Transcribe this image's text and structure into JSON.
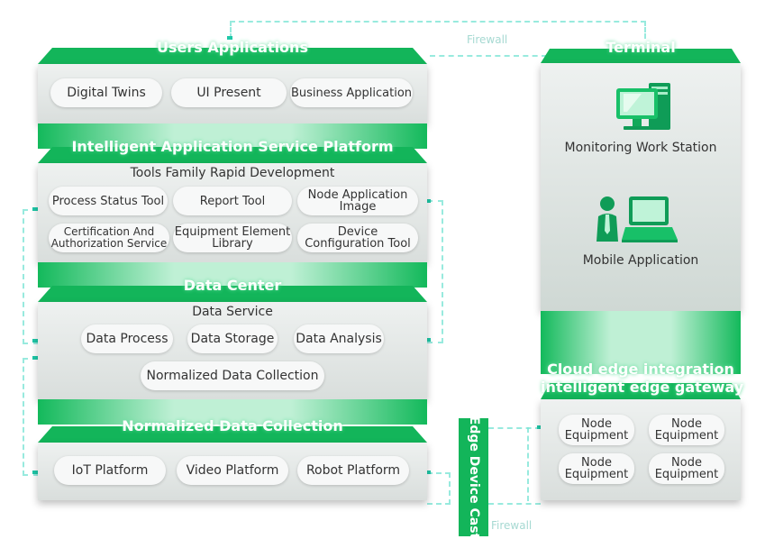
{
  "users_applications": {
    "title": "Users Applications",
    "items": [
      "Digital Twins",
      "UI Present",
      "Business Application"
    ]
  },
  "platform": {
    "title": "Intelligent Application Service Platform",
    "subtitle": "Tools Family Rapid Development",
    "tools": [
      "Process Status Tool",
      "Report Tool",
      "Node Application Image",
      "Certification And Authorization Service",
      "Equipment Element Library",
      "Device Configuration Tool"
    ]
  },
  "data_center": {
    "title": "Data Center",
    "subtitle": "Data Service",
    "items": [
      "Data Process",
      "Data Storage",
      "Data Analysis"
    ],
    "collection": "Normalized Data Collection"
  },
  "normalized": {
    "title": "Normalized Data Collection",
    "items": [
      "IoT Platform",
      "Video Platform",
      "Robot Platform"
    ]
  },
  "terminal": {
    "title": "Terminal",
    "workstation": "Monitoring Work Station",
    "mobile": "Mobile Application"
  },
  "gateway": {
    "title_line1": "Cloud edge integration",
    "title_line2": "intelligent edge gateway",
    "nodes": [
      "Node Equipment",
      "Node Equipment",
      "Node Equipment",
      "Node Equipment"
    ]
  },
  "edge_device": {
    "label": "Edge Device Cast"
  },
  "firewall": {
    "top": "Firewall",
    "bottom": "Firewall"
  },
  "colors": {
    "green": "#13b95b",
    "panel": "#e3e8e6",
    "line": "#7fe6d6"
  }
}
